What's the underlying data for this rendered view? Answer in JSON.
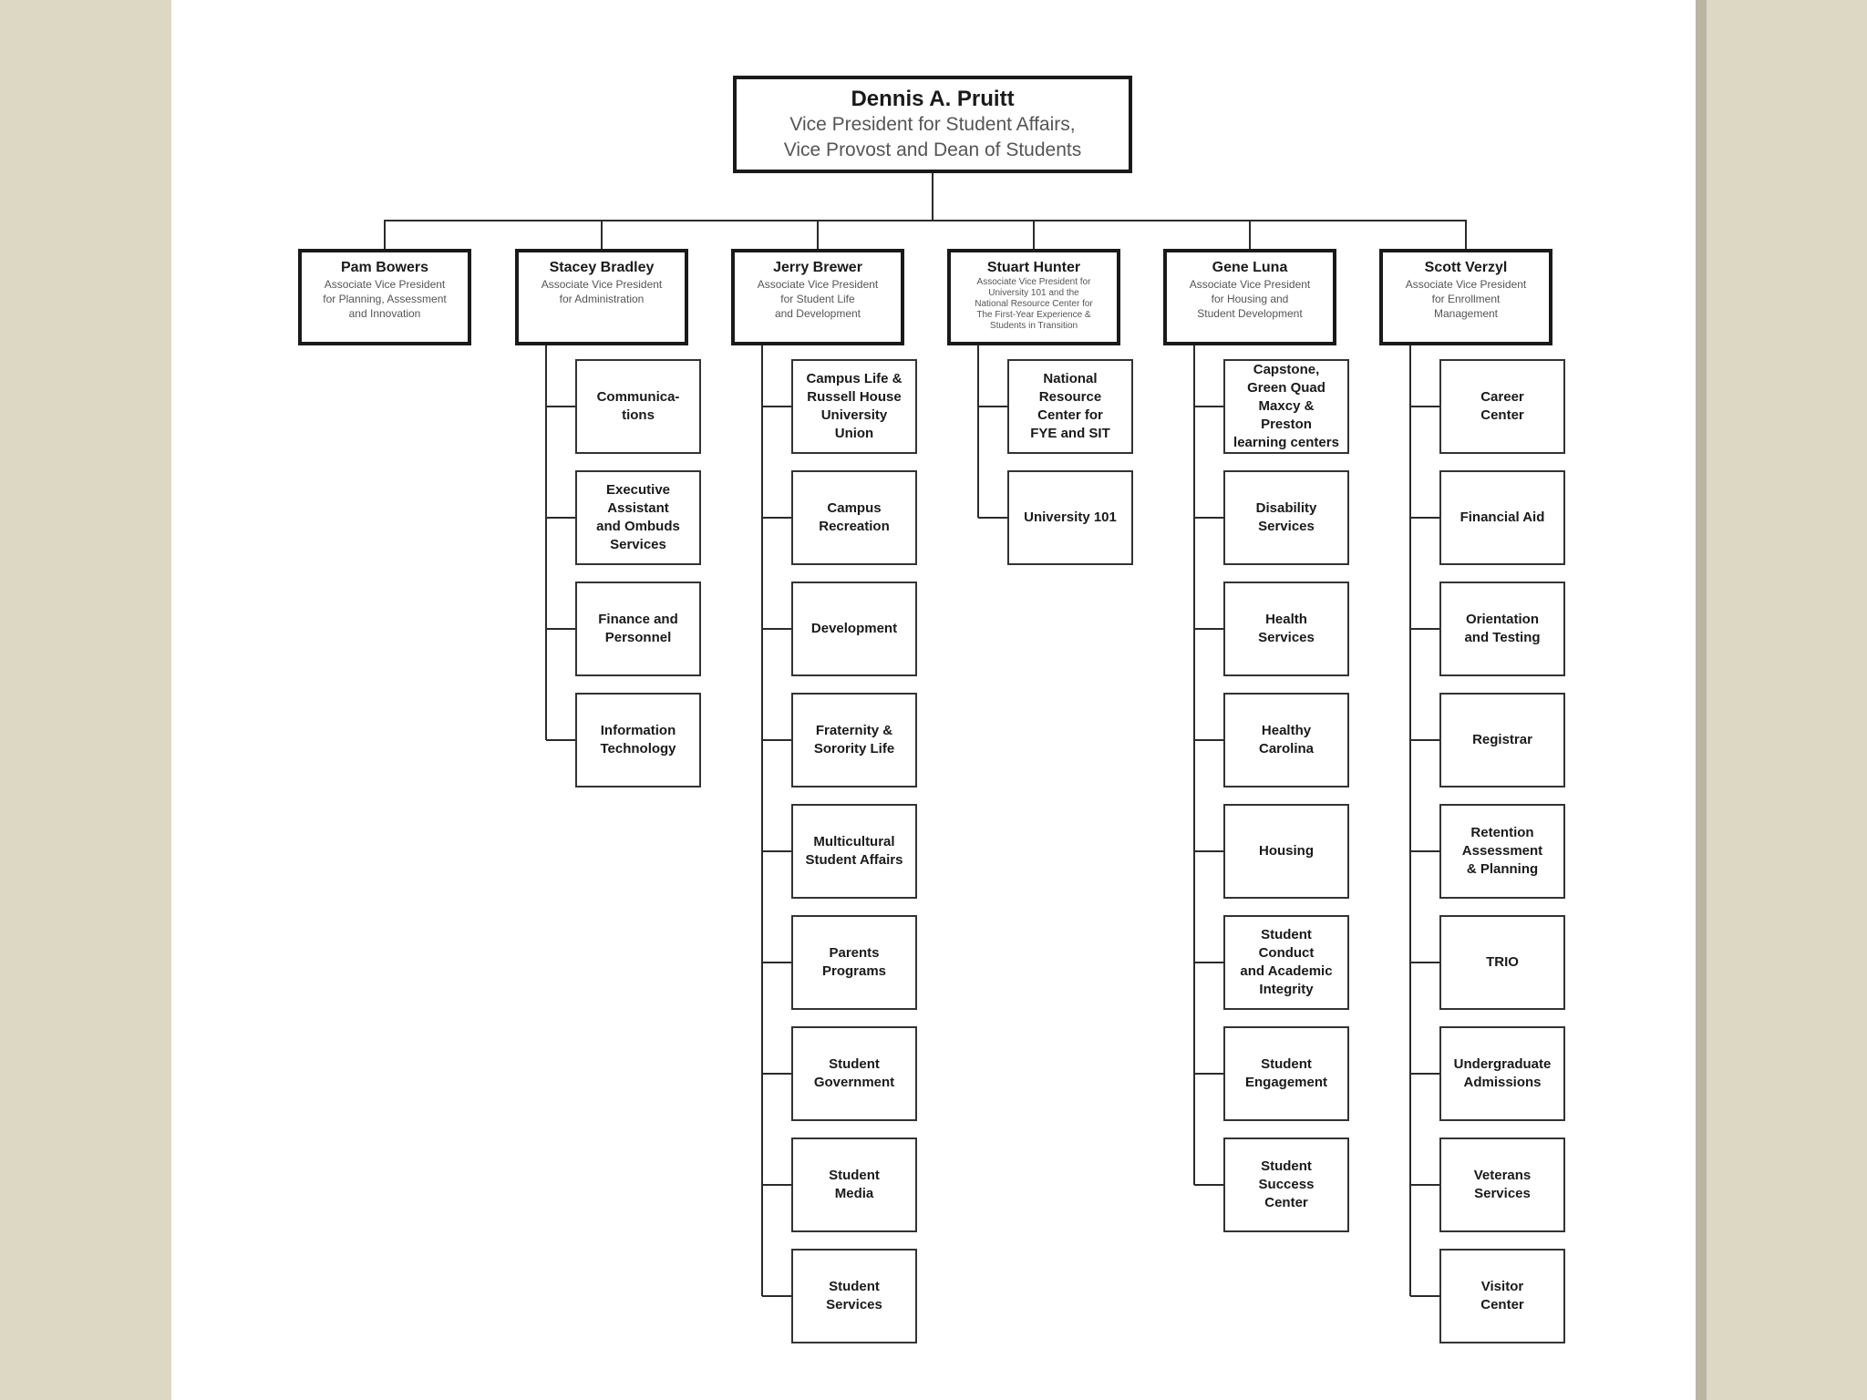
{
  "executive": {
    "name": "Dennis A. Pruitt",
    "title": "Vice President for Student Affairs,\nVice Provost and Dean of Students"
  },
  "divisions": [
    {
      "name": "Pam Bowers",
      "title": "Associate Vice President\nfor Planning, Assessment\nand Innovation",
      "units": []
    },
    {
      "name": "Stacey Bradley",
      "title": "Associate Vice President\nfor Administration",
      "units": [
        "Communica-\ntions",
        "Executive\nAssistant\nand Ombuds\nServices",
        "Finance and\nPersonnel",
        "Information\nTechnology"
      ]
    },
    {
      "name": "Jerry Brewer",
      "title": "Associate Vice President\nfor Student Life\nand Development",
      "units": [
        "Campus Life &\nRussell House\nUniversity\nUnion",
        "Campus\nRecreation",
        "Development",
        "Fraternity &\nSorority Life",
        "Multicultural\nStudent Affairs",
        "Parents\nPrograms",
        "Student\nGovernment",
        "Student\nMedia",
        "Student\nServices"
      ]
    },
    {
      "name": "Stuart Hunter",
      "title": "Associate Vice President for\nUniversity 101 and the\nNational Resource Center for\nThe First-Year Experience &\nStudents in Transition",
      "units": [
        "National\nResource\nCenter for\nFYE and SIT",
        "University 101"
      ]
    },
    {
      "name": "Gene Luna",
      "title": "Associate Vice President\nfor Housing and\nStudent Development",
      "units": [
        "Capstone,\nGreen Quad\nMaxcy &\nPreston\nlearning centers",
        "Disability\nServices",
        "Health\nServices",
        "Healthy\nCarolina",
        "Housing",
        "Student\nConduct\nand Academic\nIntegrity",
        "Student\nEngagement",
        "Student\nSuccess\nCenter"
      ]
    },
    {
      "name": "Scott Verzyl",
      "title": "Associate Vice President\nfor Enrollment\nManagement",
      "units": [
        "Career\nCenter",
        "Financial Aid",
        "Orientation\nand Testing",
        "Registrar",
        "Retention\nAssessment\n& Planning",
        "TRIO",
        "Undergraduate\nAdmissions",
        "Veterans\nServices",
        "Visitor\nCenter"
      ]
    }
  ]
}
